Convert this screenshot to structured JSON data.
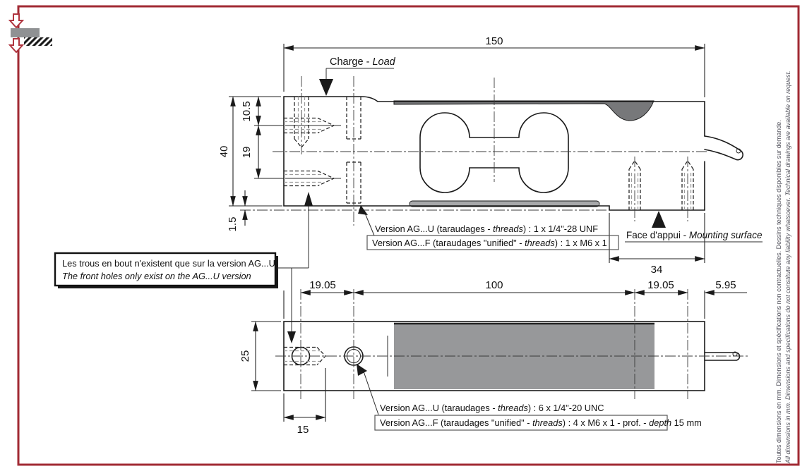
{
  "colors": {
    "border_red": "#a12a33",
    "icon_red": "#b0353f",
    "metal_gray": "#97989a",
    "relief_gray_top": "#77787a",
    "relief_gray_bottom": "#a7a8aa"
  },
  "corner_icon": {
    "name": "load-direction-icon"
  },
  "top_view": {
    "charge_label_fr": "Charge - ",
    "charge_label_en": "Load",
    "dim_length": "150",
    "dim_height": "40",
    "dim_hole_offset": "10.5",
    "dim_hole_spacing": "19",
    "dim_step": "1.5",
    "dim_mounting": "34",
    "version_u_part1": "Version AG...U (taraudages - ",
    "version_u_italic": "threads",
    "version_u_part2": ") : 1 x 1/4\"-28 UNF",
    "version_f_part1": "Version AG...F (taraudages \"unified\" - ",
    "version_f_italic": "threads",
    "version_f_part2": ")  : 1 x M6 x 1",
    "mounting_label_fr": "Face d'appui - ",
    "mounting_label_en": "Mounting surface"
  },
  "note_box": {
    "line_fr": "Les trous en bout n'existent que sur la version AG...U",
    "line_en": "The front holes only exist on the AG...U version"
  },
  "bottom_view": {
    "dim_pitch_left": "19.05",
    "dim_center": "100",
    "dim_pitch_right": "19.05",
    "dim_end": "5.95",
    "dim_width": "25",
    "dim_hole_depth": "15",
    "version_u_part1": "Version AG...U  (taraudages - ",
    "version_u_italic": "threads",
    "version_u_part2": ") : 6 x 1/4\"-20 UNC",
    "version_f_part1": "Version AG...F  (taraudages \"unified\" - ",
    "version_f_italic": "threads",
    "version_f_part2": ")  : 4 x M6 x 1 - prof. - ",
    "version_f_italic2": "depth",
    "version_f_part3": " 15 mm"
  },
  "side_note": {
    "fr": "Toutes dimensions en mm. Dimensions et spécifications non contractuelles. Dessins techniques disponibles sur demande.",
    "en": "All dimensions in mm. Dimensions and specifications do not constitute any liability whatsoever. Technical drawings are available on request."
  }
}
